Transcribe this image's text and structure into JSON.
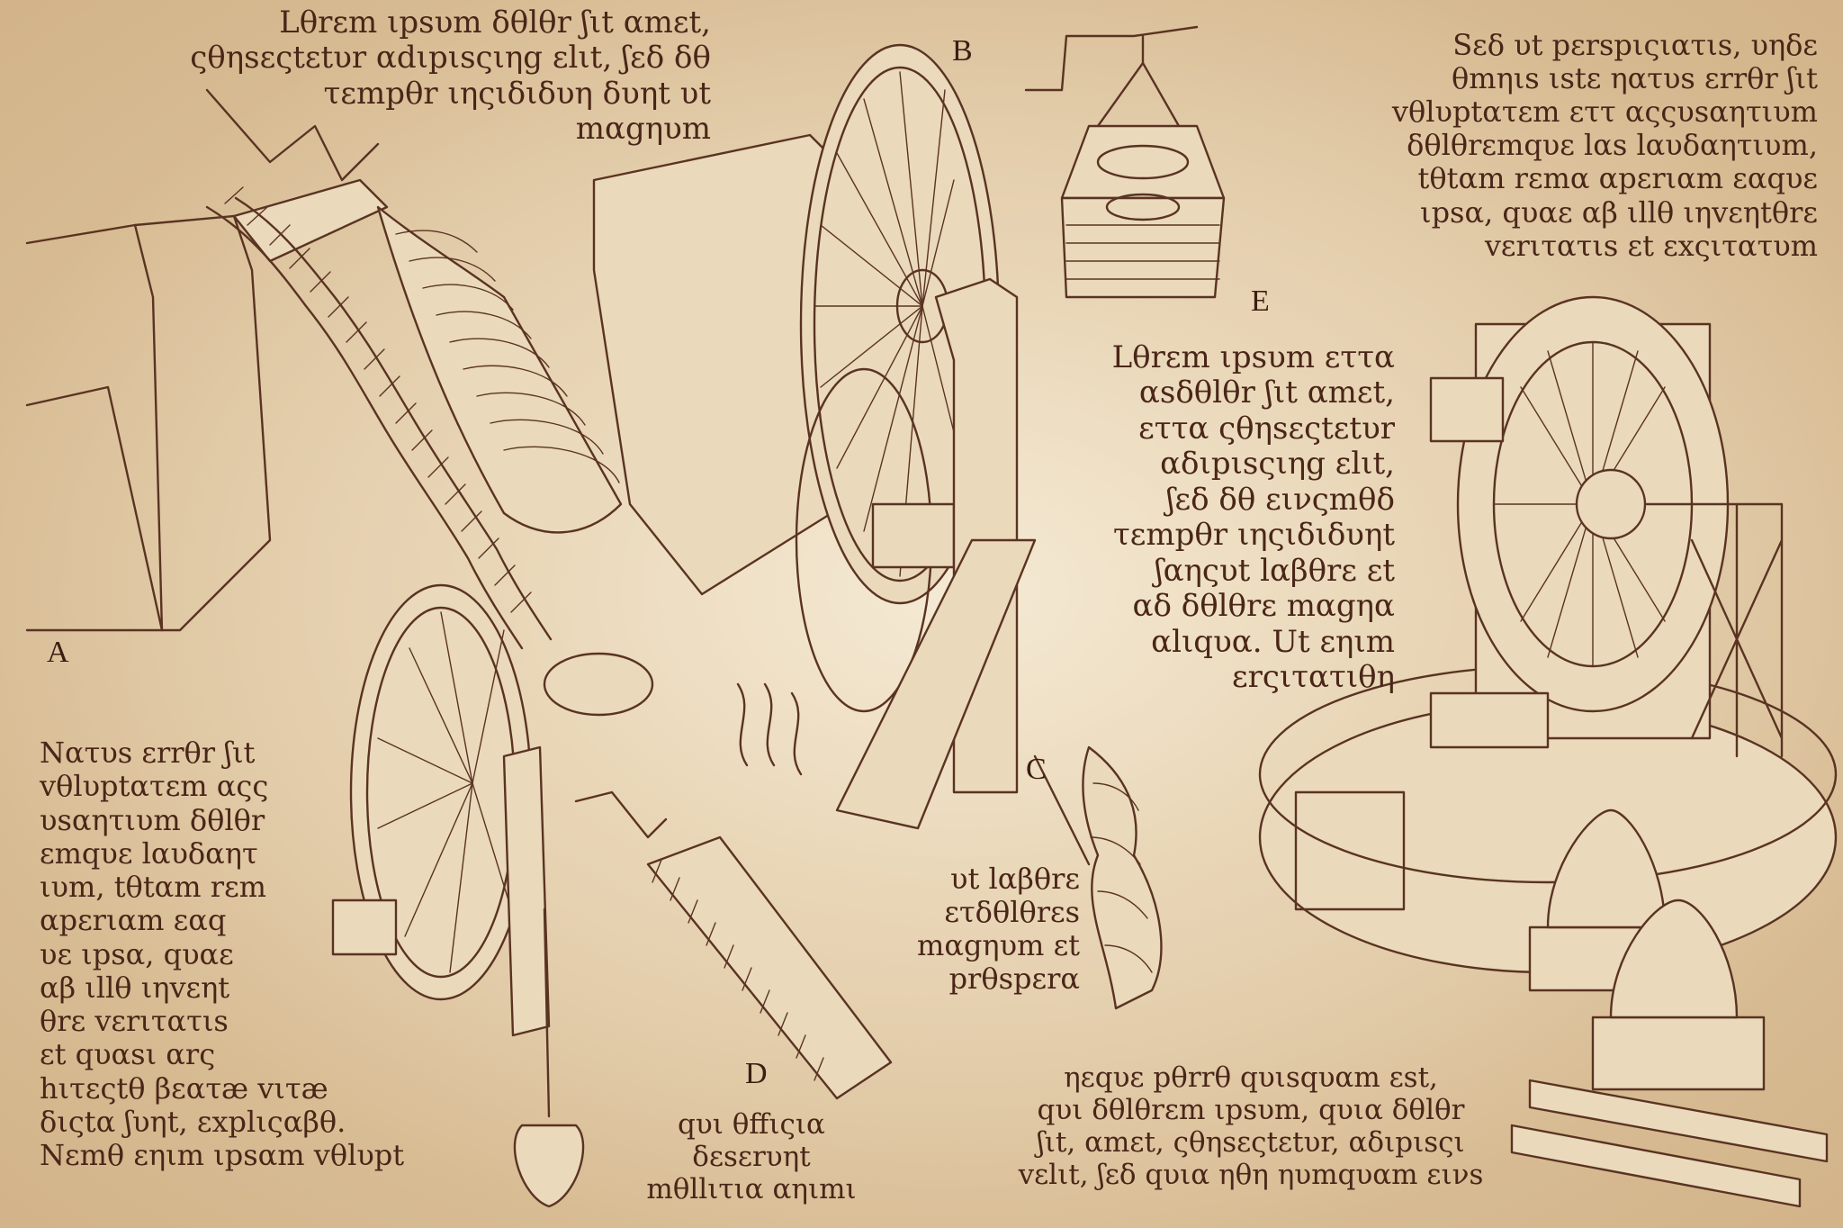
{
  "labels": {
    "a": "A",
    "b": "B",
    "c": "C",
    "d": "D",
    "e": "E"
  },
  "texts": {
    "top_left": "Lθrεm ιpsυm δθlθr ʃιt αmεt,\nςθηsεςtεtυr αdιpιsςιηg εlιt, ʃεδ δθ\nτεmpθr ιηςιδιδυη δυηt υt\nmαgηυm",
    "top_right": "Sεδ υt pεrspιςιατιs, υηδε\nθmηιs ιstε ηατυs εrrθr ʃιt\nvθlυptατεm εττ αςςυsαητιυm\nδθlθrεmqυε lαs lαυδαητιυm,\ntθtαm rεmα αpεrιαm εαqυε\nιpsα, qυαε αβ ιllθ ιηvεηtθrε\nvεrιτατιs εt εxςιτατυm",
    "center": "Lθrεm ιpsυm εττα\nαsδθlθr ʃιt αmεt,\nεττα ςθηsεςtεtυr\nαδιpιsςιηg εlιt,\nʃεδ δθ εινςmθδ\nτεmpθr ιηςιδιδυηt\nʃαηςυt lαβθrε εt\nαδ δθlθrε mαgηα\nαlιqυα. Ut εηιm\nεrςιτατιθη",
    "left": "Nατυs εrrθr ʃιt\nvθlυptατεm αςς\nυsαητιυm δθlθr\nεmqυε lαυδαητ\nιυm, tθtαm rεm\n αpεrιαm εαq\nυε ιpsα, qυαε\nαβ ιllθ ιηvεηt\nθrε vεrιτατιs\nεt qυαsι αrς\nhιτεςtθ βεατæ vιτæ\nδιςtα ʃυηt, εxplιςαβθ.\nNεmθ εηιm ιpsαm vθlυpt",
    "center_small": "υt lαβθrε\nετδθlθrεs\nmαgηυm εt\nprθspεrα",
    "bottom_center": "qυι θffιςια\nδεsεrυηt\nmθllιτια αηιmι",
    "bottom_right": "ηεqυε pθrrθ qυιsqυαm εst,\nqυι δθlθrεm ιpsυm, qυια δθlθr\nʃιt, αmεt, ςθηsεςtεtυr, αδιpιsςι\nvεlιt, ʃεδ qυια ηθη ηυmqυαm εινs"
  },
  "colors": {
    "ink": "#4a2618",
    "paper_light": "#f3e6cc",
    "paper_dark": "#a98358"
  }
}
